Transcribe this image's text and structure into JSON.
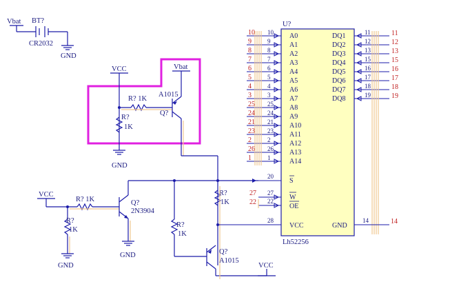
{
  "battery": {
    "ref": "BT?",
    "value": "CR2032",
    "supply": "Vbat",
    "gnd": "GND"
  },
  "chip": {
    "ref": "U?",
    "part": "Lh52256",
    "left_pins": [
      {
        "name": "A0",
        "num": "10",
        "ext": "10"
      },
      {
        "name": "A1",
        "num": "9",
        "ext": "9"
      },
      {
        "name": "A2",
        "num": "8",
        "ext": "8"
      },
      {
        "name": "A3",
        "num": "7",
        "ext": "7"
      },
      {
        "name": "A4",
        "num": "6",
        "ext": "6"
      },
      {
        "name": "A5",
        "num": "5",
        "ext": "5"
      },
      {
        "name": "A6",
        "num": "4",
        "ext": "4"
      },
      {
        "name": "A7",
        "num": "3",
        "ext": "3"
      },
      {
        "name": "A8",
        "num": "25",
        "ext": "25"
      },
      {
        "name": "A9",
        "num": "24",
        "ext": "24"
      },
      {
        "name": "A10",
        "num": "21",
        "ext": "21"
      },
      {
        "name": "A11",
        "num": "23",
        "ext": "23"
      },
      {
        "name": "A12",
        "num": "2",
        "ext": "2"
      },
      {
        "name": "A13",
        "num": "26",
        "ext": "26"
      },
      {
        "name": "A14",
        "num": "1",
        "ext": "1"
      }
    ],
    "right_pins": [
      {
        "name": "DQ1",
        "num": "11",
        "ext": "11"
      },
      {
        "name": "DQ2",
        "num": "12",
        "ext": "12"
      },
      {
        "name": "DQ3",
        "num": "13",
        "ext": "13"
      },
      {
        "name": "DQ4",
        "num": "15",
        "ext": "15"
      },
      {
        "name": "DQ5",
        "num": "16",
        "ext": "16"
      },
      {
        "name": "DQ6",
        "num": "17",
        "ext": "17"
      },
      {
        "name": "DQ7",
        "num": "18",
        "ext": "18"
      },
      {
        "name": "DQ8",
        "num": "19",
        "ext": "19"
      }
    ],
    "s_pin": {
      "name": "S",
      "num": "20"
    },
    "w_pin": {
      "name": "W",
      "num": "27",
      "ext": "27"
    },
    "oe_pin": {
      "name": "OE",
      "num": "22",
      "ext": "22"
    },
    "vcc_pin": {
      "name": "VCC",
      "num": "28"
    },
    "gnd_pin": {
      "name": "GND",
      "num": "14",
      "ext": "14"
    }
  },
  "top_circuit": {
    "vcc": "VCC",
    "vbat": "Vbat",
    "gnd": "GND",
    "r_series": "R? 1K",
    "r_shunt_ref": "R?",
    "r_shunt_val": "1K",
    "transistor_part": "A1015",
    "transistor_ref": "Q?",
    "highlight_color": "#e020e0"
  },
  "left_circuit": {
    "vcc": "VCC",
    "gnd1": "GND",
    "gnd2": "GND",
    "r_series": "R? 1K",
    "r_shunt_ref": "R?",
    "r_shunt_val": "1K",
    "transistor_ref": "Q?",
    "transistor_part": "2N3904"
  },
  "mid_circuit": {
    "r1_ref": "R?",
    "r1_val": "1K",
    "r2_ref": "R?",
    "r2_val": "1K",
    "transistor_ref": "Q?",
    "transistor_part": "A1015",
    "vcc": "VCC"
  }
}
